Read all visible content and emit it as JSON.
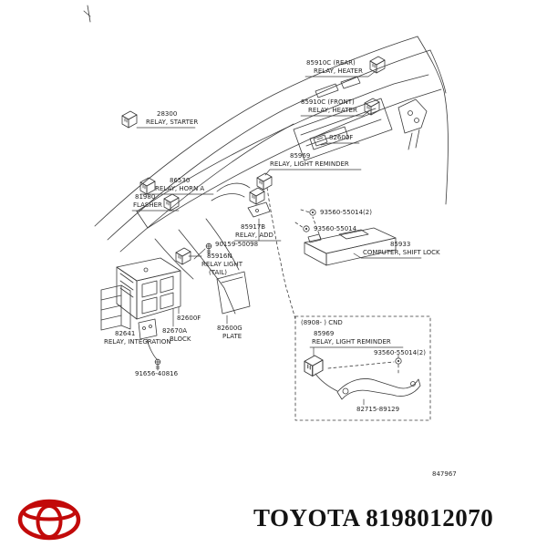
{
  "colors": {
    "brand_red": "#c20a0a",
    "line": "#3b3b3b",
    "text": "#1f1f1f"
  },
  "drawing_number": "847967",
  "footer": {
    "title": "TOYOTA 8198012070"
  },
  "callouts": {
    "heater_rear": {
      "l1": "85910C (REAR)",
      "l2": "RELAY, HEATER"
    },
    "heater_front": {
      "l1": "85910C (FRONT)",
      "l2": "RELAY, HEATER"
    },
    "fuse_upper": {
      "l1": "82600F"
    },
    "starter": {
      "l1": "28300",
      "l2": "RELAY, STARTER"
    },
    "light_reminder_upper": {
      "l1": "85969",
      "l2": "RELAY, LIGHT REMINDER"
    },
    "horn": {
      "l1": "86530",
      "l2": "RELAY, HORN A"
    },
    "flasher": {
      "l1": "81980",
      "l2": "FLASHER"
    },
    "relay_add": {
      "l1": "85917B",
      "l2": "RELAY, ADD"
    },
    "bolt_a": {
      "l1": "93560-55014(2)"
    },
    "bolt_b": {
      "l1": "93560-55014"
    },
    "screw_a": {
      "l1": "90159-50098"
    },
    "tail_light": {
      "l1": "85916N",
      "l2": "RELAY LIGHT",
      "l3": "(TAIL)"
    },
    "shift_lock": {
      "l1": "85933",
      "l2": "COMPUTER, SHIFT LOCK"
    },
    "integration": {
      "l1": "82641",
      "l2": "RELAY, INTEGRATION"
    },
    "block": {
      "l1": "82670A",
      "l2": "BLOCK"
    },
    "fuse_mid": {
      "l1": "82600F"
    },
    "plate": {
      "l1": "82600G",
      "l2": "PLATE"
    },
    "screw_b": {
      "l1": "91656-40816"
    },
    "cnd": {
      "title": "(8908-      ) CND",
      "relay_l1": "85969",
      "relay_l2": "RELAY, LIGHT REMINDER",
      "bolt": "93560-55014(2)",
      "bracket": "82715-89129"
    }
  }
}
